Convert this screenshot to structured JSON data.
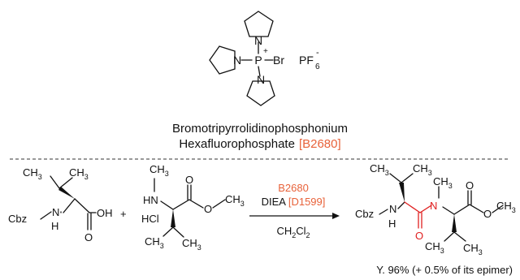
{
  "reagent": {
    "name_line1": "Bromotripyrrolidinophosphonium",
    "name_line2": "Hexafluorophosphate",
    "code": "[B2680]",
    "atom_n": "N",
    "atom_p": "P",
    "atom_br": "Br",
    "plus": "+",
    "counterion_pf": "PF",
    "counterion_sub": "6",
    "counterion_sup": "-"
  },
  "reaction": {
    "acid": {
      "cbz": "Cbz",
      "nh_n": "N",
      "nh_h": "H",
      "oh": "OH",
      "o": "O",
      "ch3_left": "CH",
      "ch3_right": "CH",
      "sub3": "3"
    },
    "plus": "+",
    "amine": {
      "ch3_top": "CH",
      "hn": "HN",
      "hcl": "HCl",
      "o": "O",
      "ch3_ester": "CH",
      "ch3_bl": "CH",
      "ch3_br": "CH",
      "o2": "O",
      "sub3": "3"
    },
    "arrow": {
      "reagent1": "B2680",
      "reagent2_text": "DIEA ",
      "reagent2_code": "[D1599]",
      "solvent_ch": "CH",
      "solvent_cl": "Cl",
      "sub2": "2"
    },
    "product": {
      "cbz": "Cbz",
      "nh_n": "N",
      "nh_h": "H",
      "n_me": "N",
      "o_amide": "O",
      "o_ester": "O",
      "o2": "O",
      "ch": "CH",
      "sub3": "3"
    },
    "yield": "Y. 96% (+ 0.5% of its epimer)"
  },
  "colors": {
    "accent": "#e8623a",
    "amide_red": "#e02020",
    "ink": "#111111"
  }
}
